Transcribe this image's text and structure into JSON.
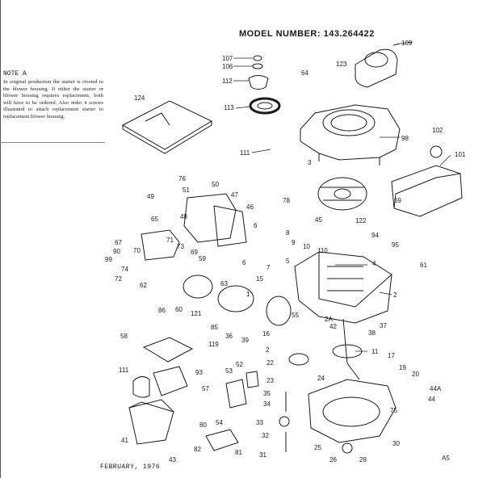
{
  "header": {
    "model_label": "MODEL NUMBER:",
    "model_number": "143.264422"
  },
  "note": {
    "title": "NOTE A",
    "body": "In original production the starter is riveted to the blower housing. If either the starter or blower housing requires replacement, both will have to be ordered. Also order 4 screws illustrated to attach replacement starter to replacement blower housing."
  },
  "footer": {
    "date": "FEBRUARY, 1976",
    "page": "A5"
  },
  "parts": [
    "109",
    "107",
    "106",
    "112",
    "113",
    "64",
    "123",
    "124",
    "98",
    "111",
    "3",
    "102",
    "101",
    "76",
    "49",
    "51",
    "50",
    "47",
    "48",
    "46",
    "78",
    "69",
    "45",
    "122",
    "65",
    "94",
    "95",
    "67",
    "71",
    "70",
    "73",
    "6",
    "8",
    "9",
    "10",
    "5",
    "7",
    "99",
    "90",
    "110",
    "4",
    "61",
    "69",
    "59",
    "74",
    "72",
    "6",
    "62",
    "86",
    "60",
    "63",
    "15",
    "1",
    "2",
    "121",
    "55",
    "42",
    "2A",
    "58",
    "85",
    "119",
    "36",
    "39",
    "16",
    "38",
    "37",
    "11",
    "2",
    "22",
    "23",
    "17",
    "19",
    "20",
    "44A",
    "44",
    "111",
    "93",
    "53",
    "52",
    "57",
    "24",
    "35",
    "34",
    "33",
    "75",
    "54",
    "80",
    "32",
    "82",
    "81",
    "31",
    "25",
    "26",
    "28",
    "30",
    "41",
    "43"
  ]
}
